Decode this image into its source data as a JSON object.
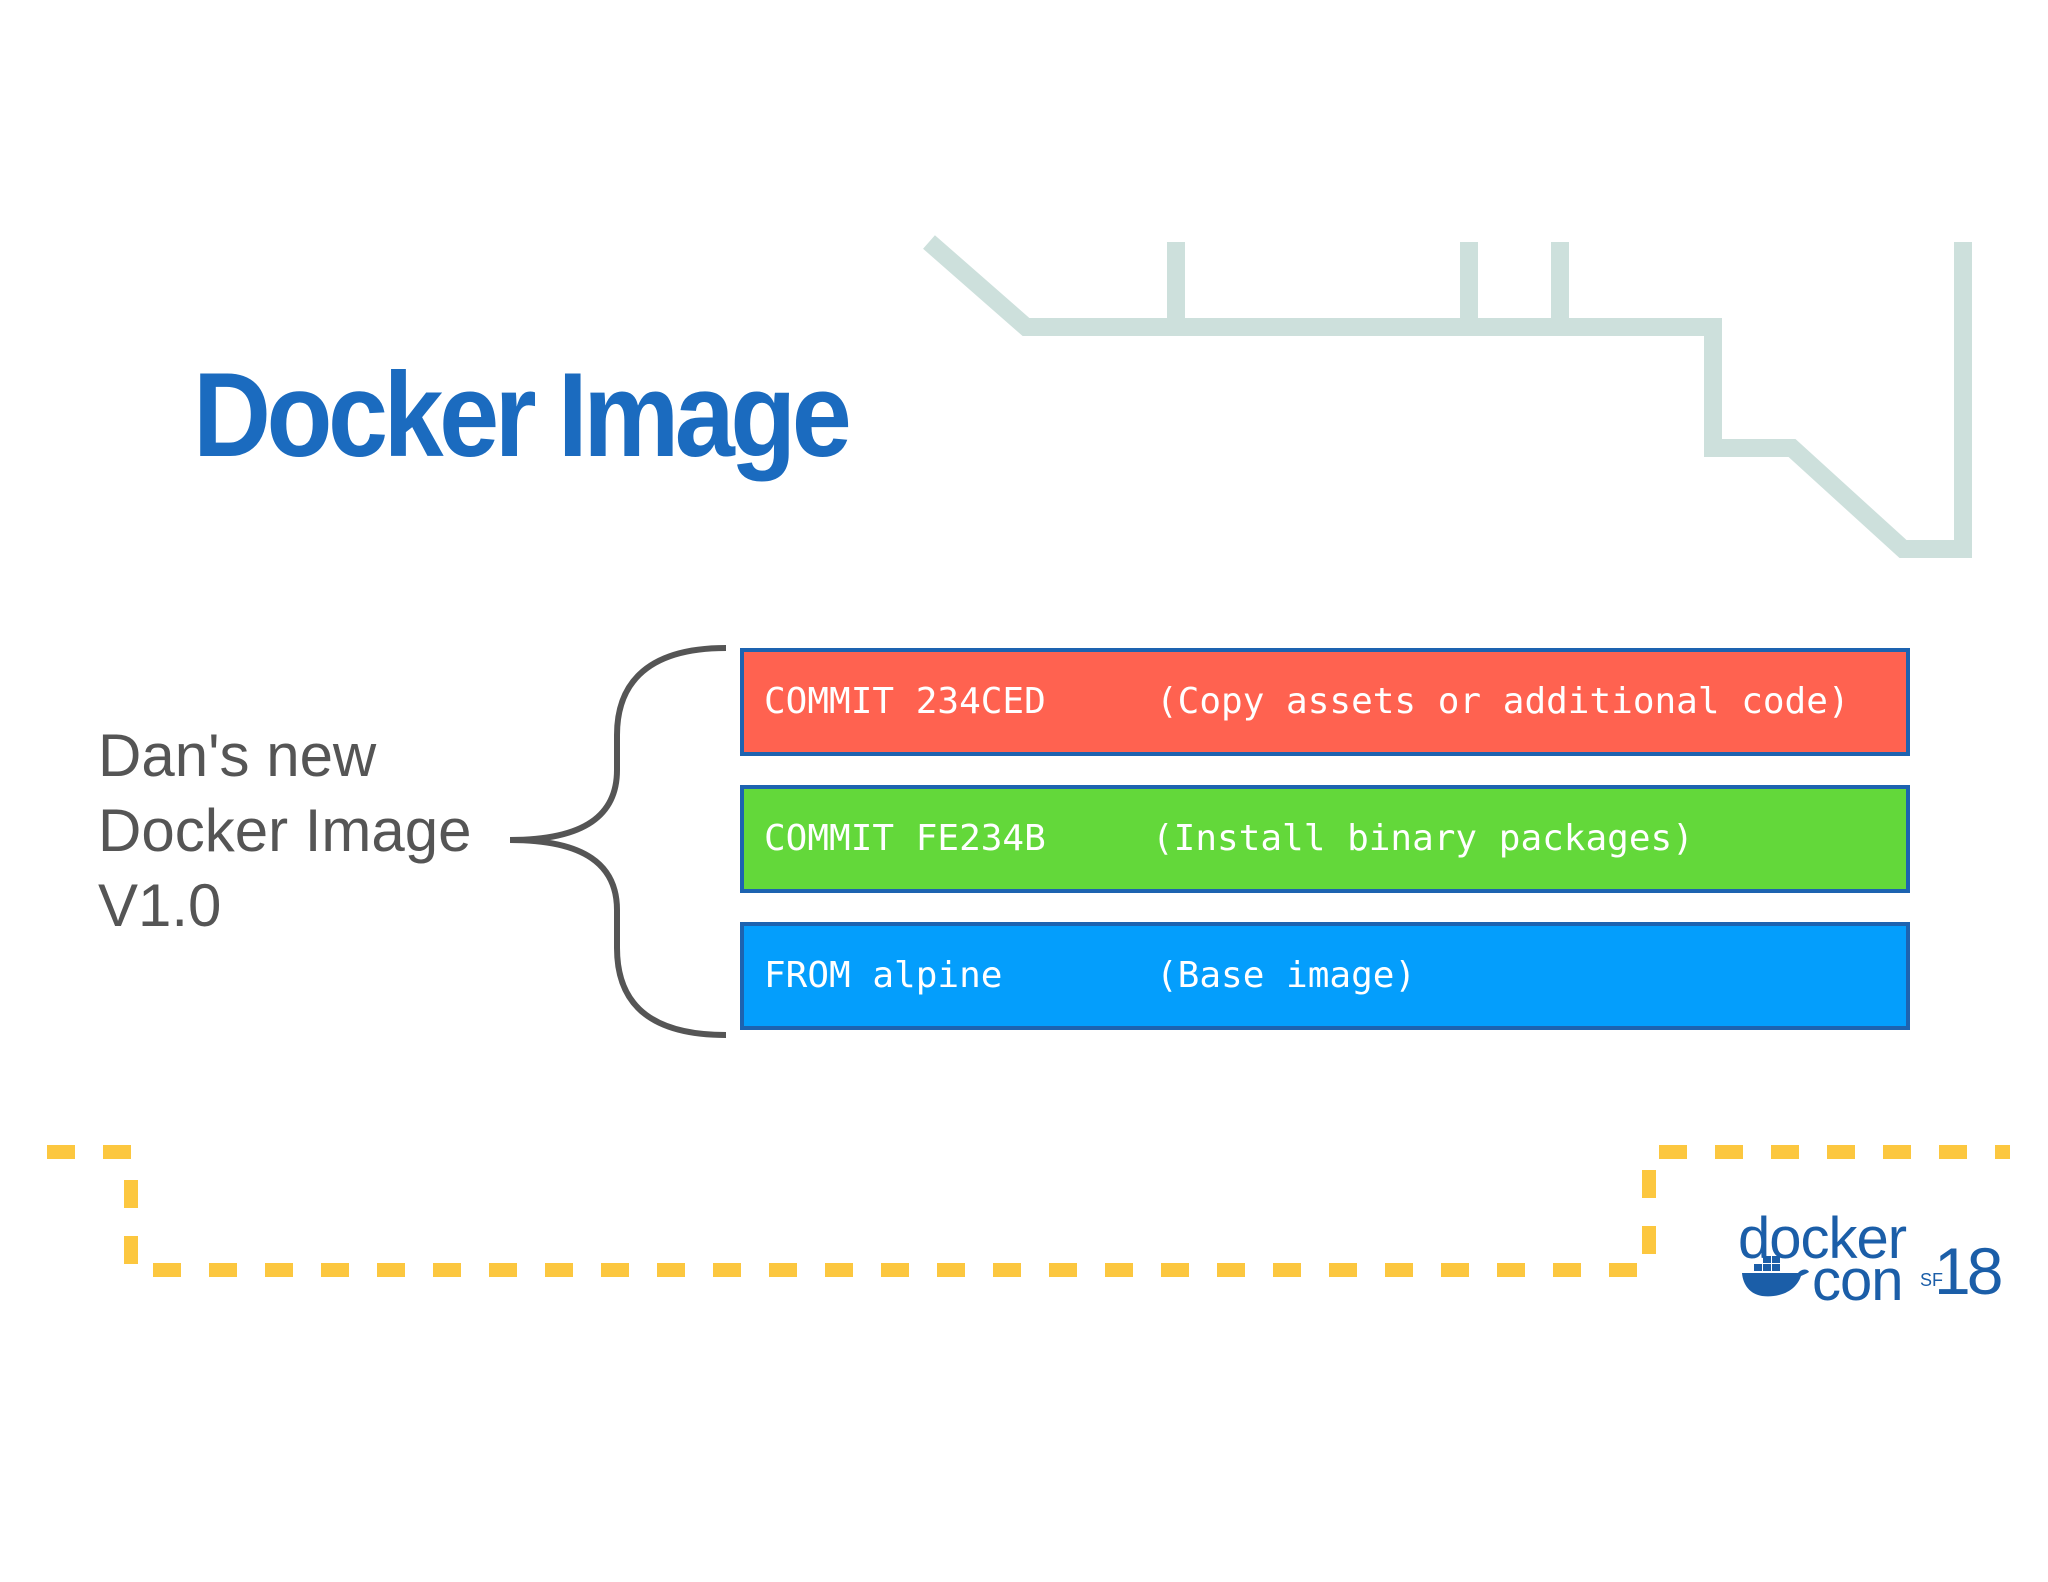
{
  "slide": {
    "title": "Docker Image",
    "image_label": {
      "line1": "Dan's new",
      "line2": "Docker Image",
      "line3": "V1.0"
    }
  },
  "layers": [
    {
      "command": "COMMIT 234CED",
      "description": "(Copy assets or additional code)",
      "color": "#ff6250"
    },
    {
      "command": "COMMIT FE234B",
      "description": "(Install binary packages)",
      "color": "#63d83a"
    },
    {
      "command": "FROM alpine",
      "description": "(Base image)",
      "color": "#049efc"
    }
  ],
  "logo": {
    "word1": "docker",
    "word2": "con",
    "location": "SF",
    "year": "18"
  },
  "colors": {
    "title": "#1b6bbf",
    "layer_border": "#1d63b0",
    "pipe": "#cde0dc",
    "dashed_line": "#fcc73f",
    "brace": "#555555",
    "logo": "#1b5ea8"
  },
  "icons": {
    "logo_mark": "docker-whale-icon"
  }
}
